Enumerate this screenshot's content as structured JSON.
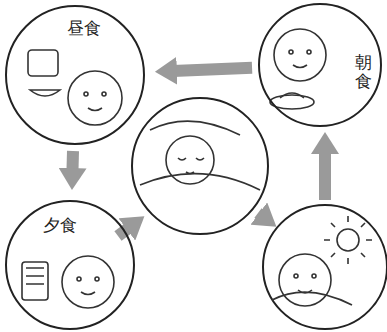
{
  "diagram": {
    "nodes": [
      {
        "text": [
          "昼食"
        ]
      },
      {
        "text": [
          "朝食"
        ]
      },
      {
        "text": [
          "夕食"
        ]
      }
    ],
    "edges": [
      {
        "from": 1,
        "to": 0,
        "arrow": "to"
      },
      {
        "from": 0,
        "to": 2,
        "arrow": "to"
      }
    ]
  }
}
